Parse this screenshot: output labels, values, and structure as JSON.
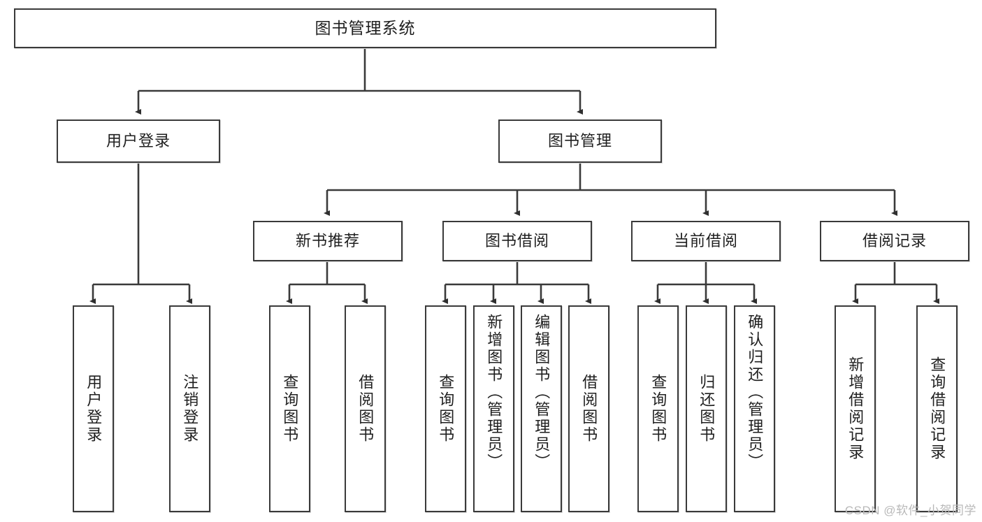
{
  "diagram": {
    "title": "图书管理系统",
    "watermark": "CSDN @软件_小贺同学",
    "line_color": "#3a3a3a",
    "box_fill": "#ffffff",
    "text_color": "#1f1f1f",
    "watermark_color": "#b9b9b9"
  },
  "nodes": {
    "root": "图书管理系统",
    "level2": {
      "user_login": "用户登录",
      "book_manage": "图书管理"
    },
    "level3": {
      "new_book_recommend": "新书推荐",
      "book_borrow": "图书借阅",
      "current_borrow": "当前借阅",
      "borrow_record": "借阅记录"
    },
    "leaves": {
      "user_login_leaf": "用户登录",
      "logout_leaf": "注销登录",
      "recommend_query_book": "查询图书",
      "recommend_borrow_book": "借阅图书",
      "borrow_query_book": "查询图书",
      "borrow_add_book": "新增图书（管理员）",
      "borrow_edit_book": "编辑图书（管理员）",
      "borrow_borrow_book": "借阅图书",
      "current_query_book": "查询图书",
      "current_return_book": "归还图书",
      "current_confirm_return": "确认归还（管理员）",
      "record_add": "新增借阅记录",
      "record_query": "查询借阅记录"
    }
  }
}
